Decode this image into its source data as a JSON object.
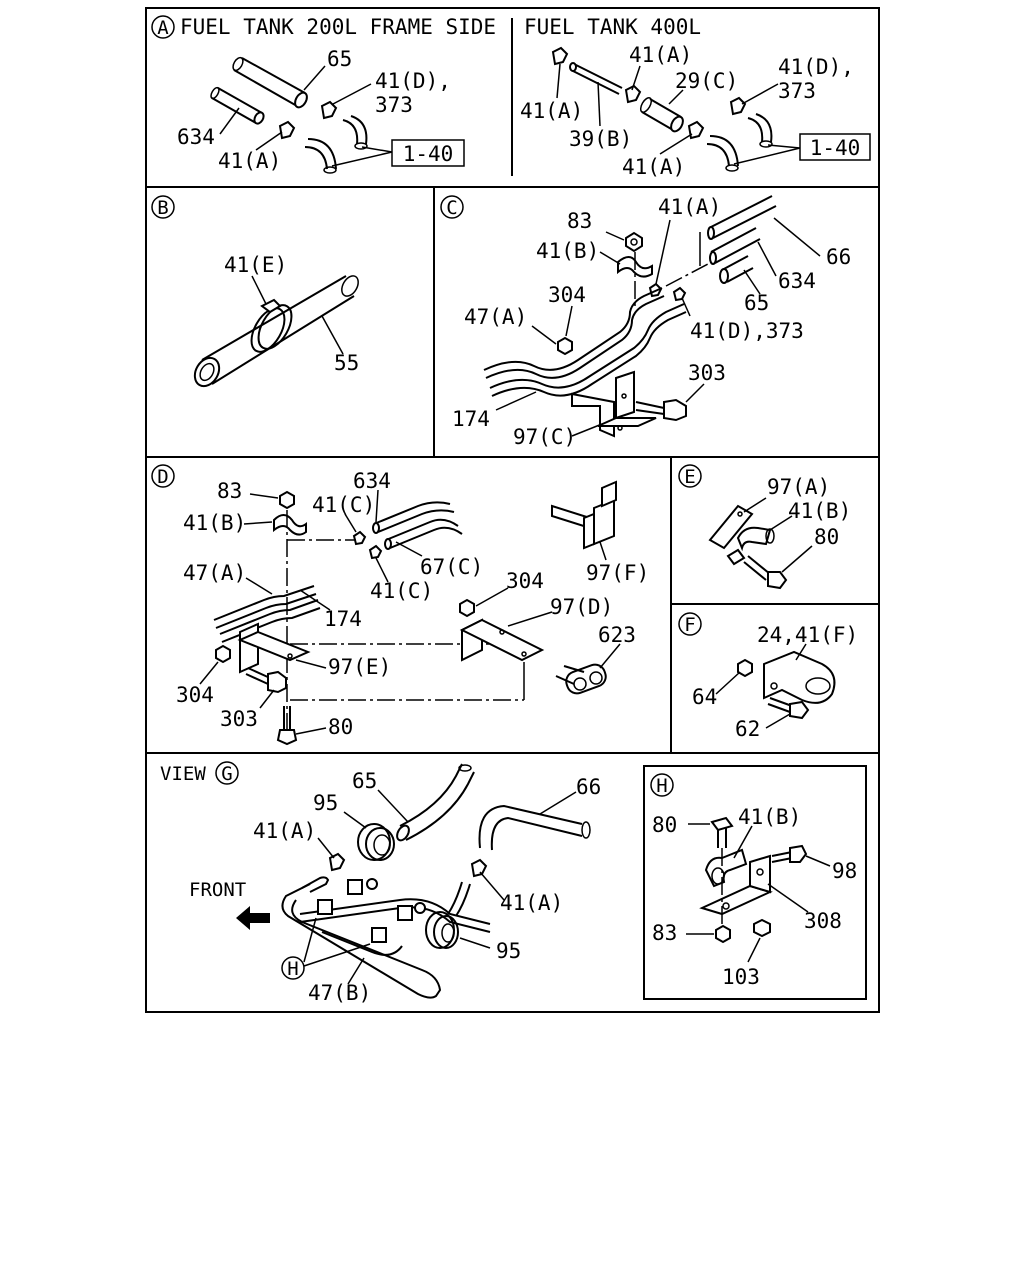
{
  "panels": {
    "a": {
      "marker": "A",
      "title": "FUEL TANK 200L FRAME SIDE",
      "labels": {
        "p65": "65",
        "p41d": "41(D),",
        "p373": "373",
        "p634": "634",
        "p41a": "41(A)",
        "ref": "1-40"
      }
    },
    "a2": {
      "title": "FUEL TANK 400L",
      "labels": {
        "p41a_top": "41(A)",
        "p41d": "41(D),",
        "p373": "373",
        "p29c": "29(C)",
        "p41a_left": "41(A)",
        "p39b": "39(B)",
        "p41a_bottom": "41(A)",
        "ref": "1-40"
      }
    },
    "b": {
      "marker": "B",
      "labels": {
        "p41e": "41(E)",
        "p55": "55"
      }
    },
    "c": {
      "marker": "C",
      "labels": {
        "p83": "83",
        "p41a": "41(A)",
        "p41b": "41(B)",
        "p66": "66",
        "p634": "634",
        "p304": "304",
        "p47a": "47(A)",
        "p65": "65",
        "p41d373": "41(D),373",
        "p303": "303",
        "p174": "174",
        "p97c": "97(C)"
      }
    },
    "d": {
      "marker": "D",
      "labels": {
        "p634": "634",
        "p83": "83",
        "p41c_top": "41(C)",
        "p41b": "41(B)",
        "p67c": "67(C)",
        "p47a": "47(A)",
        "p41c_bottom": "41(C)",
        "p97f": "97(F)",
        "p304_right": "304",
        "p97d": "97(D)",
        "p174": "174",
        "p623": "623",
        "p97e": "97(E)",
        "p304_left": "304",
        "p303": "303",
        "p80": "80"
      }
    },
    "e": {
      "marker": "E",
      "labels": {
        "p97a": "97(A)",
        "p41b": "41(B)",
        "p80": "80"
      }
    },
    "f": {
      "marker": "F",
      "labels": {
        "p2441f": "24,41(F)",
        "p64": "64",
        "p62": "62"
      }
    },
    "g": {
      "view_prefix": "VIEW",
      "marker": "G",
      "front": "FRONT",
      "labels": {
        "p65": "65",
        "p66": "66",
        "p95_top": "95",
        "p41a_left": "41(A)",
        "p41a_right": "41(A)",
        "p95_right": "95",
        "p47b": "47(B)",
        "marker_h": "H"
      }
    },
    "h": {
      "marker": "H",
      "labels": {
        "p80": "80",
        "p41b": "41(B)",
        "p98": "98",
        "p308": "308",
        "p83": "83",
        "p103": "103"
      }
    }
  }
}
